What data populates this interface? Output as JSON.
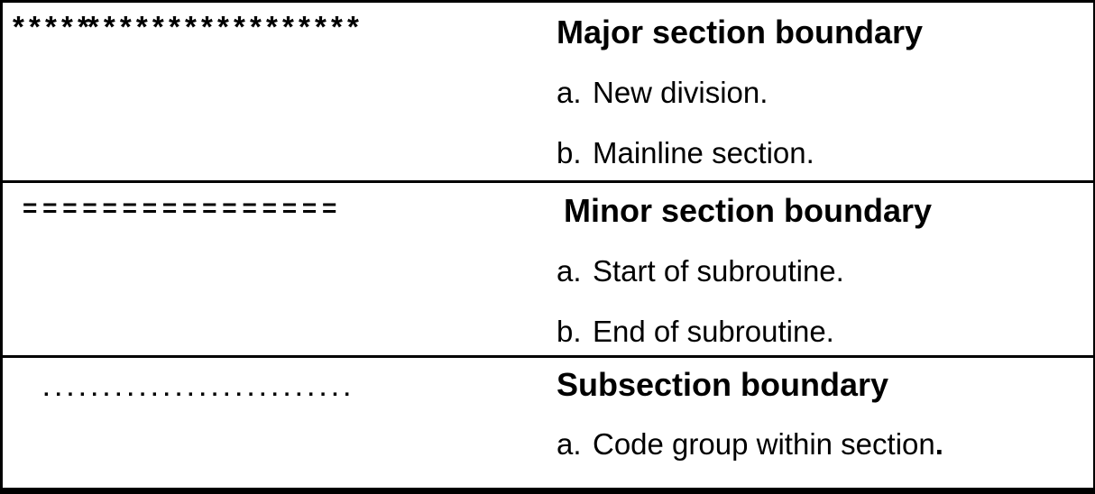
{
  "colors": {
    "border": "#000000",
    "background": "#ffffff",
    "text": "#000000"
  },
  "table": {
    "rows": [
      {
        "symbol_kind": "asterisks",
        "symbol": "* * * * ** * * * * * * * * * * * * * * * *",
        "heading": "Major section boundary",
        "items": [
          {
            "marker": "a.",
            "text": "New division."
          },
          {
            "marker": "b.",
            "text": "Mainline section."
          }
        ]
      },
      {
        "symbol_kind": "equals",
        "symbol": "= = = = = = = = = = = = = = = =",
        "heading": "Minor section boundary",
        "items": [
          {
            "marker": "a.",
            "text": "Start of subroutine."
          },
          {
            "marker": "b.",
            "text": "End of subroutine."
          }
        ]
      },
      {
        "symbol_kind": "dots",
        "symbol": ". . . . . . . . . . . . . . . . . . . . . . . . . .",
        "heading": "Subsection boundary",
        "items": [
          {
            "marker": "a.",
            "text": "Code group within section",
            "bold_suffix": "."
          }
        ]
      }
    ]
  }
}
